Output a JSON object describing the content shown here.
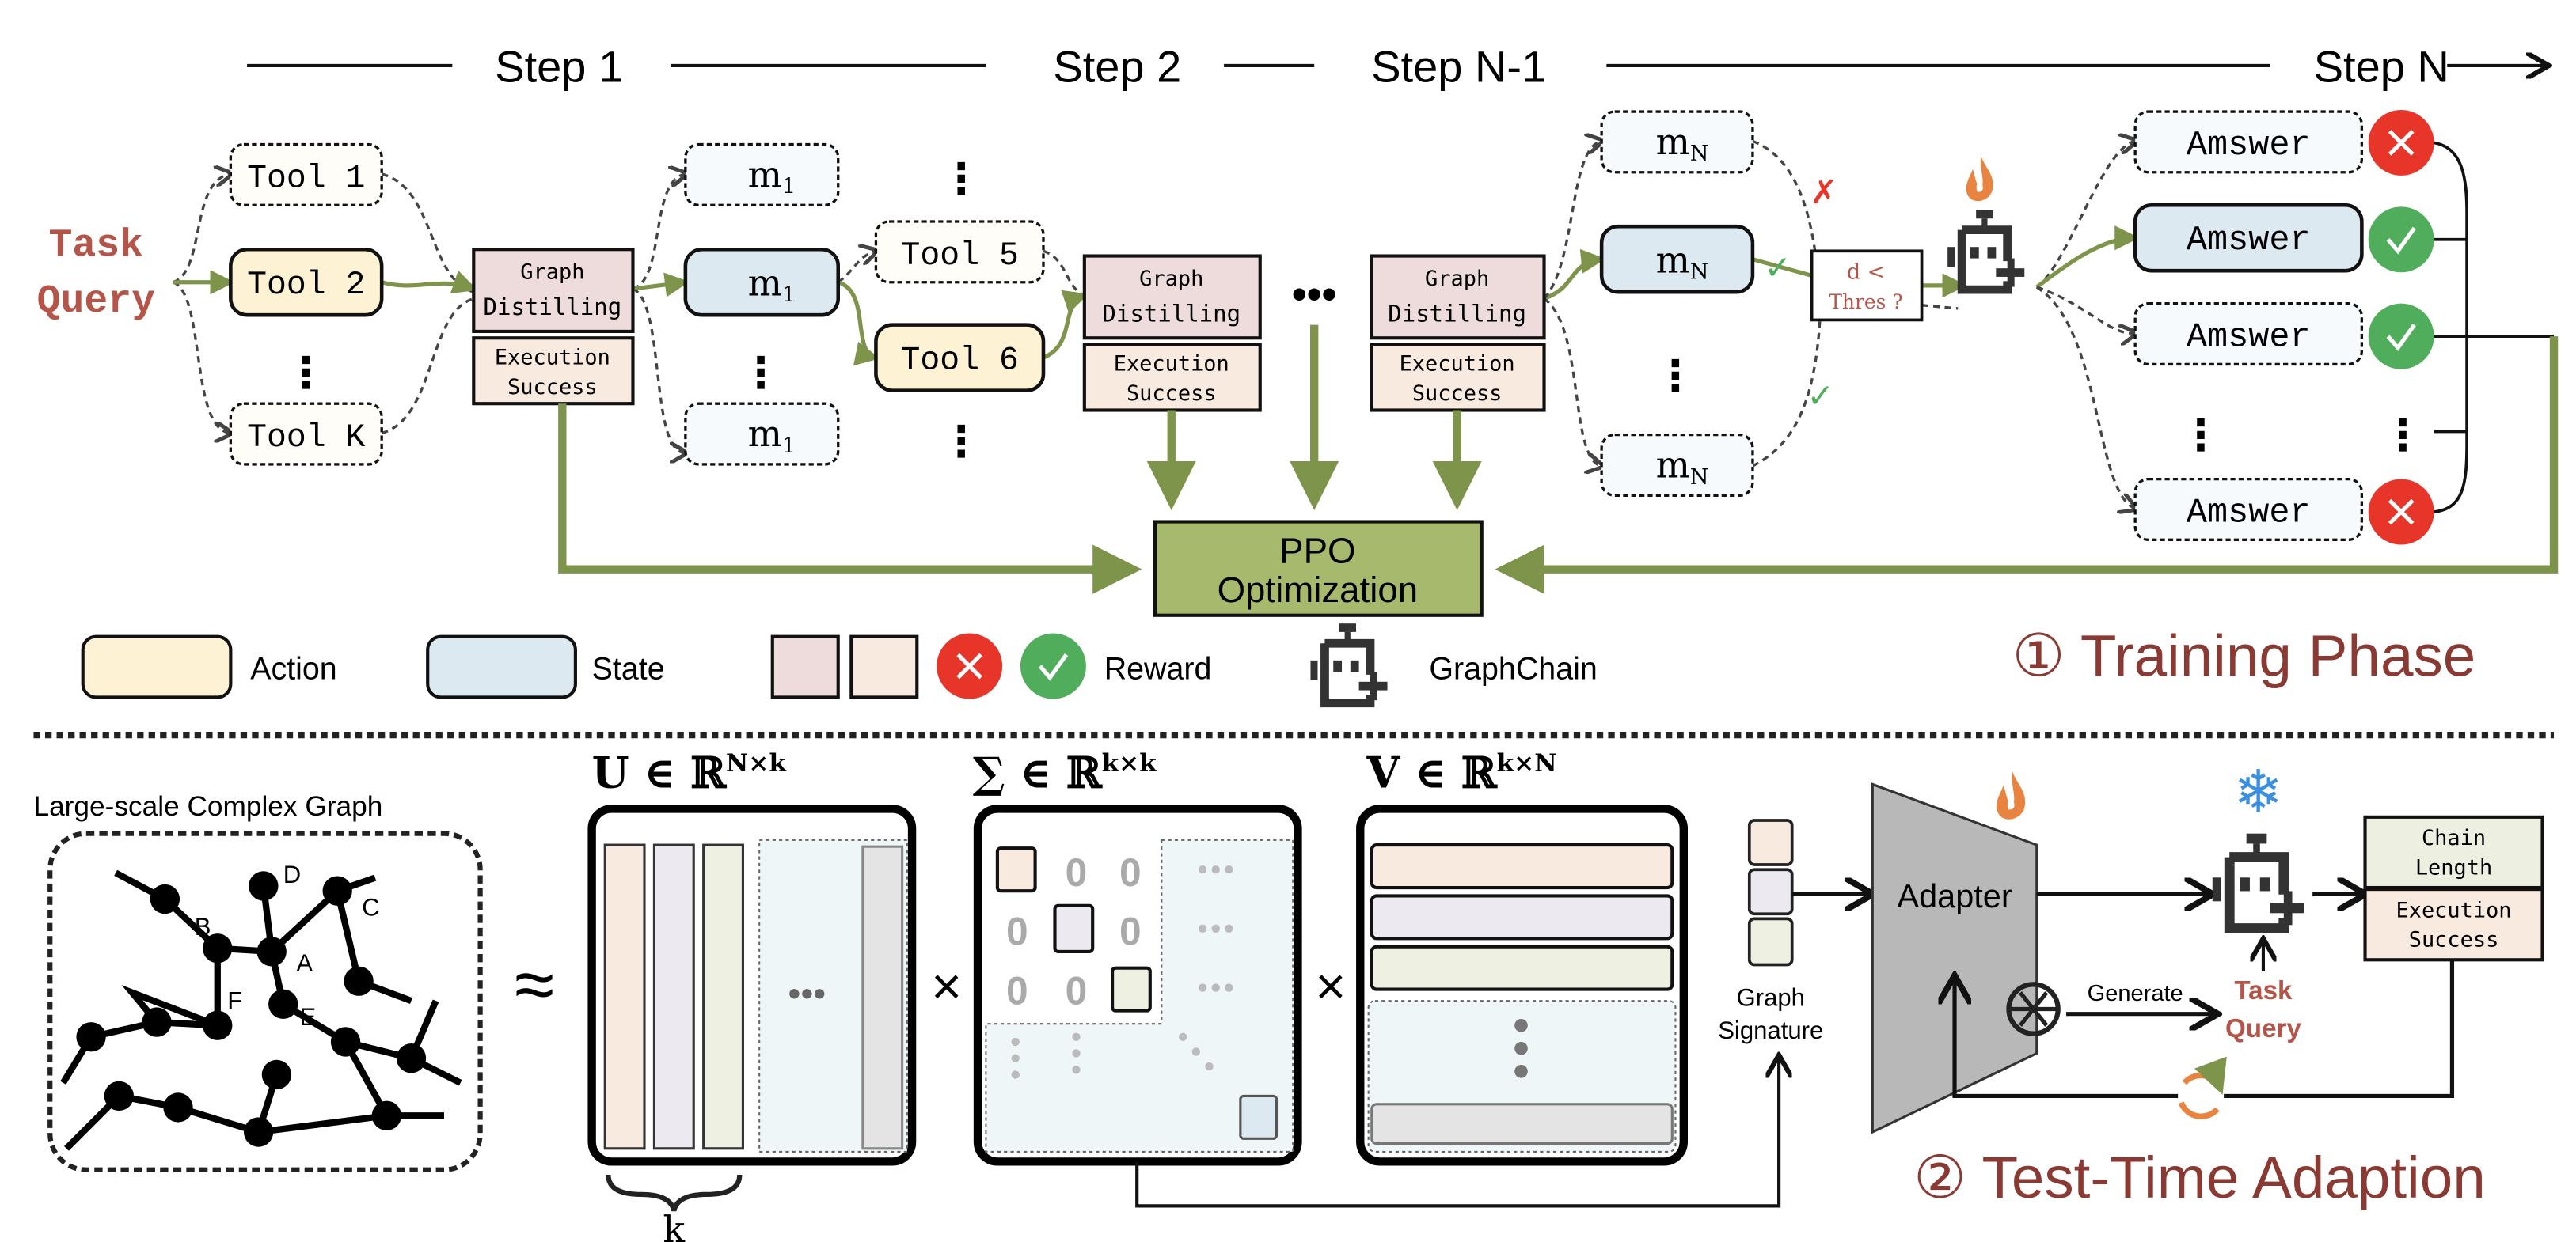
{
  "steps": {
    "s1": "Step 1",
    "s2": "Step 2",
    "sn1": "Step N-1",
    "sn": "Step N"
  },
  "task_query": {
    "line1": "Task",
    "line2": "Query"
  },
  "tools": {
    "t1": "Tool 1",
    "t2": "Tool 2",
    "tk": "Tool K",
    "t5": "Tool 5",
    "t6": "Tool 6"
  },
  "graph_distilling": {
    "line1": "Graph",
    "line2": "Distilling"
  },
  "execution_success": {
    "line1": "Execution",
    "line2": "Success"
  },
  "memory": {
    "m": "m",
    "sub1": "1",
    "subN": "N"
  },
  "threshold": {
    "line1": "d <",
    "line2": "Thres ?"
  },
  "answer_label": "Amswer",
  "ppo": {
    "line1": "PPO",
    "line2": "Optimization"
  },
  "legend": {
    "action": "Action",
    "state": "State",
    "reward": "Reward",
    "graphchain": "GraphChain"
  },
  "training_phase": "① Training Phase",
  "test_phase": "② Test-Time Adaption",
  "graph": {
    "title": "Large-scale Complex Graph",
    "nodes": [
      "A",
      "B",
      "C",
      "D",
      "E",
      "F"
    ]
  },
  "approx": "≈",
  "times": "×",
  "matrices": {
    "u": {
      "base": "U ∈ ℝ",
      "sup": "N×k"
    },
    "sigma": {
      "base": "∑ ∈ ℝ",
      "sup": "k×k"
    },
    "v": {
      "base": "V ∈ ℝ",
      "sup": "k×N"
    },
    "zero": "0",
    "k_label": "k"
  },
  "graph_signature": {
    "line1": "Graph",
    "line2": "Signature"
  },
  "adapter": "Adapter",
  "generate": "Generate",
  "chain_length": {
    "line1": "Chain",
    "line2": "Length"
  },
  "colors": {
    "action": "#fdf3d4",
    "state": "#dce9f0",
    "distill": "#eedcdc",
    "exec": "#f8eadf",
    "green_arrow": "#7d944a",
    "ppo": "#a6b96c",
    "red": "#e8352a",
    "green": "#4fad5b",
    "phase_text": "#8b3a33",
    "query_text": "#b5554a",
    "flame": "#e8843f",
    "snow": "#3a8fe0"
  },
  "icons": [
    "flame-icon",
    "robot-icon",
    "snowflake-icon",
    "openai-icon",
    "cycle-icon",
    "check-icon",
    "cross-icon"
  ]
}
